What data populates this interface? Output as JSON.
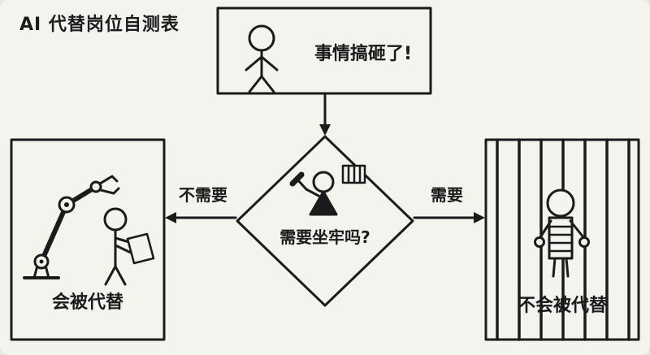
{
  "page": {
    "background": "#f5f3ee",
    "ink": "#1b1b1b"
  },
  "title": "AI 代替岗位自测表",
  "flowchart": {
    "start_box": {
      "text": "事情搞砸了!"
    },
    "decision": {
      "text": "需要坐牢吗?"
    },
    "left_branch": {
      "label": "不需要",
      "result": "会被代替"
    },
    "right_branch": {
      "label": "需要",
      "result": "不会被代替"
    }
  },
  "icons": {
    "start_figure": "panicked-stick-figure",
    "decision_figure": "judge-with-gavel",
    "left_result_figure": "robot-arm-and-worker",
    "right_result_figure": "prisoner-behind-bars"
  }
}
